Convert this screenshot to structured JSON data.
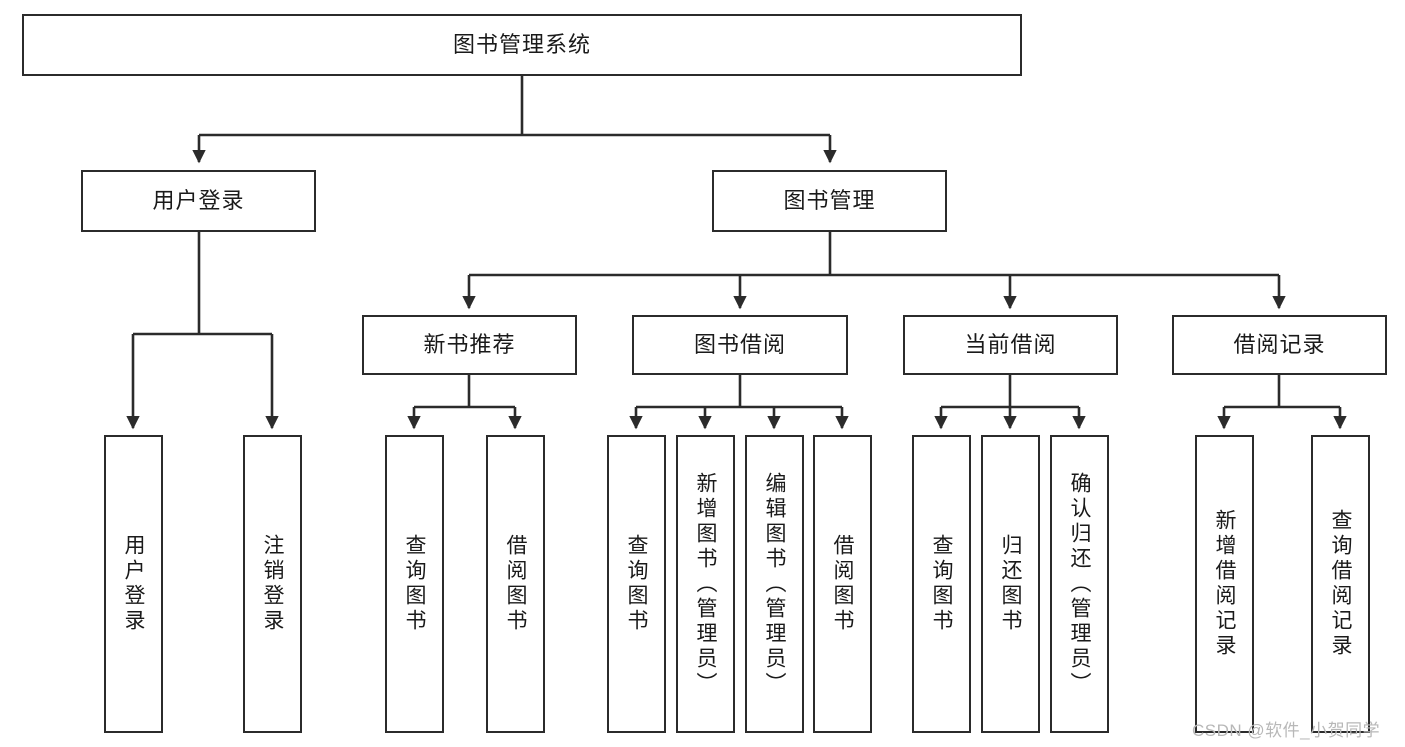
{
  "diagram": {
    "title": "图书管理系统",
    "type": "hierarchy-tree",
    "watermark": "CSDN @软件_小贺同学",
    "colors": {
      "stroke": "#2b2b2b",
      "fill": "#ffffff",
      "text": "#1a1a1a",
      "watermark": "#b8b8b8"
    },
    "levels": {
      "root": {
        "label": "图书管理系统"
      },
      "level2": [
        {
          "id": "user-login",
          "label": "用户登录"
        },
        {
          "id": "book-manage",
          "label": "图书管理"
        }
      ],
      "level3": [
        {
          "id": "new-book-recommend",
          "label": "新书推荐"
        },
        {
          "id": "book-borrow",
          "label": "图书借阅"
        },
        {
          "id": "current-borrow",
          "label": "当前借阅"
        },
        {
          "id": "borrow-record",
          "label": "借阅记录"
        }
      ],
      "leaves": [
        {
          "id": "leaf-user-login",
          "label": "用户登录",
          "parent": "user-login"
        },
        {
          "id": "leaf-logout-login",
          "label": "注销登录",
          "parent": "user-login"
        },
        {
          "id": "leaf-query-book-1",
          "label": "查询图书",
          "parent": "new-book-recommend"
        },
        {
          "id": "leaf-borrow-book-1",
          "label": "借阅图书",
          "parent": "new-book-recommend"
        },
        {
          "id": "leaf-query-book-2",
          "label": "查询图书",
          "parent": "book-borrow"
        },
        {
          "id": "leaf-add-book",
          "label": "新增图书（管理员）",
          "parent": "book-borrow"
        },
        {
          "id": "leaf-edit-book",
          "label": "编辑图书（管理员）",
          "parent": "book-borrow"
        },
        {
          "id": "leaf-borrow-book-2",
          "label": "借阅图书",
          "parent": "book-borrow"
        },
        {
          "id": "leaf-query-book-3",
          "label": "查询图书",
          "parent": "current-borrow"
        },
        {
          "id": "leaf-return-book",
          "label": "归还图书",
          "parent": "current-borrow"
        },
        {
          "id": "leaf-confirm-return",
          "label": "确认归还（管理员）",
          "parent": "current-borrow"
        },
        {
          "id": "leaf-add-record",
          "label": "新增借阅记录",
          "parent": "borrow-record"
        },
        {
          "id": "leaf-query-record",
          "label": "查询借阅记录",
          "parent": "borrow-record"
        }
      ]
    }
  }
}
